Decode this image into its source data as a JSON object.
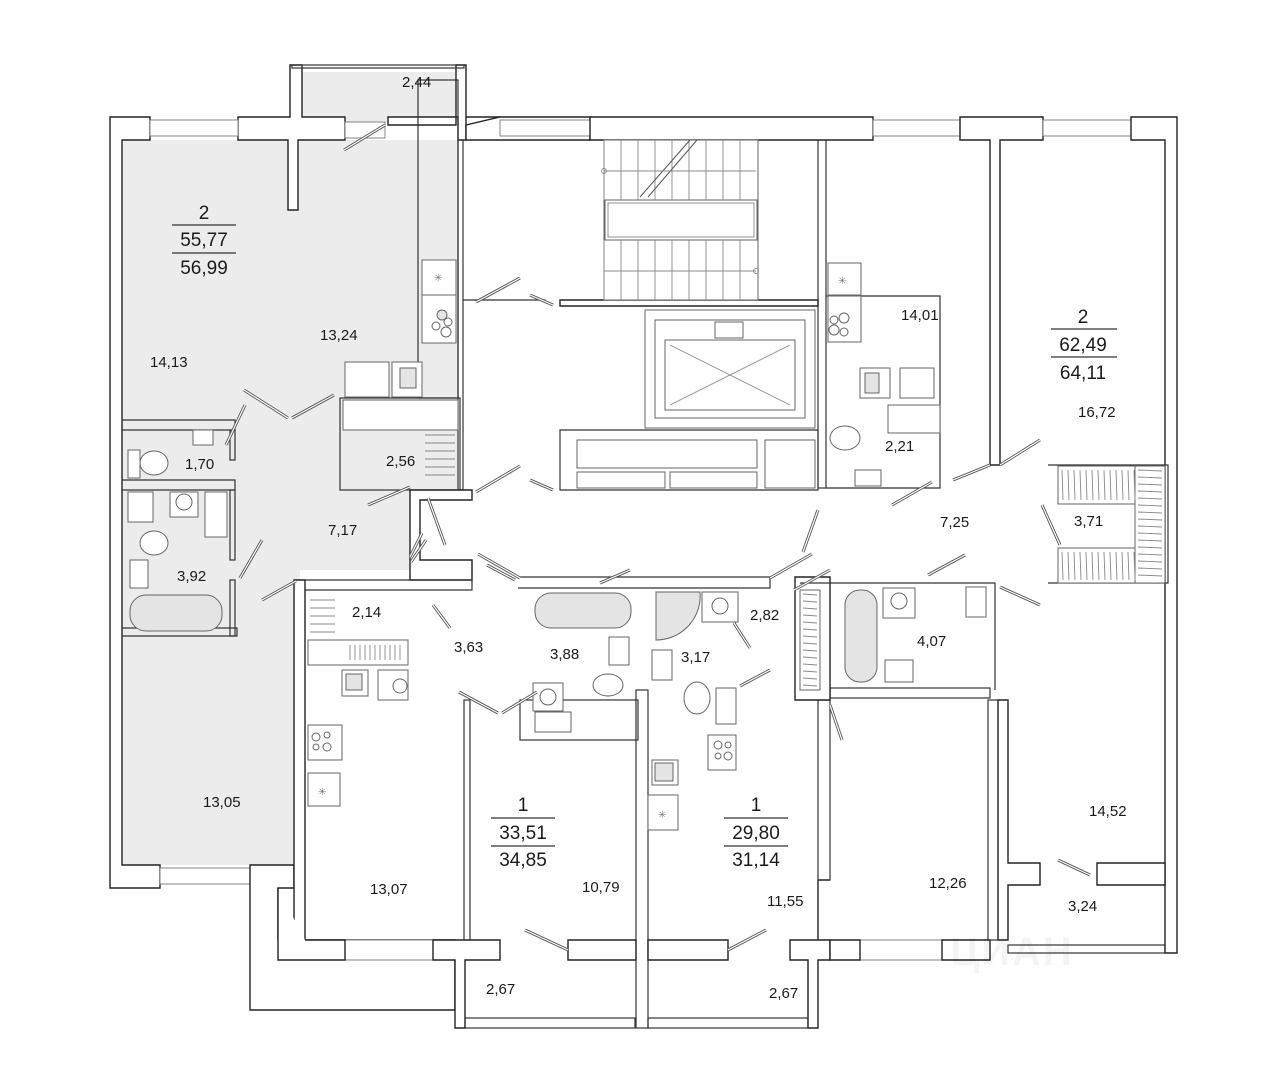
{
  "plan": {
    "watermark": "ЦИАН",
    "highlight_color": "#ececec",
    "apartments": [
      {
        "id": "apt-2-left",
        "rooms_count": "2",
        "living_area": "55,77",
        "total_area": "56,99",
        "highlighted": true
      },
      {
        "id": "apt-2-right",
        "rooms_count": "2",
        "living_area": "62,49",
        "total_area": "64,11",
        "highlighted": false
      },
      {
        "id": "apt-1-center-left",
        "rooms_count": "1",
        "living_area": "33,51",
        "total_area": "34,85",
        "highlighted": false
      },
      {
        "id": "apt-1-center-right",
        "rooms_count": "1",
        "living_area": "29,80",
        "total_area": "31,14",
        "highlighted": false
      }
    ],
    "rooms": {
      "a1_balcony": "2,44",
      "a1_bedroom": "14,13",
      "a1_kitchen": "13,24",
      "a1_wc": "1,70",
      "a1_storage": "2,56",
      "a1_hall": "7,17",
      "a1_bath": "3,92",
      "a1_room2": "13,05",
      "a2_kitchen": "14,01",
      "a2_wc": "2,21",
      "a2_hall": "7,25",
      "a2_wardrobe": "3,71",
      "a2_living": "16,72",
      "a2_bath": "4,07",
      "a2_room2": "14,52",
      "a2_balcony": "3,24",
      "a3_storage": "2,14",
      "a3_hall": "3,63",
      "a3_bath": "3,88",
      "a3_kitchen": "13,07",
      "a3_room": "10,79",
      "a3_balcony": "2,67",
      "a4_hall": "2,82",
      "a4_bath": "3,17",
      "a4_room": "11,55",
      "a4_balcony": "2,67",
      "a5_room": "12,26"
    }
  }
}
